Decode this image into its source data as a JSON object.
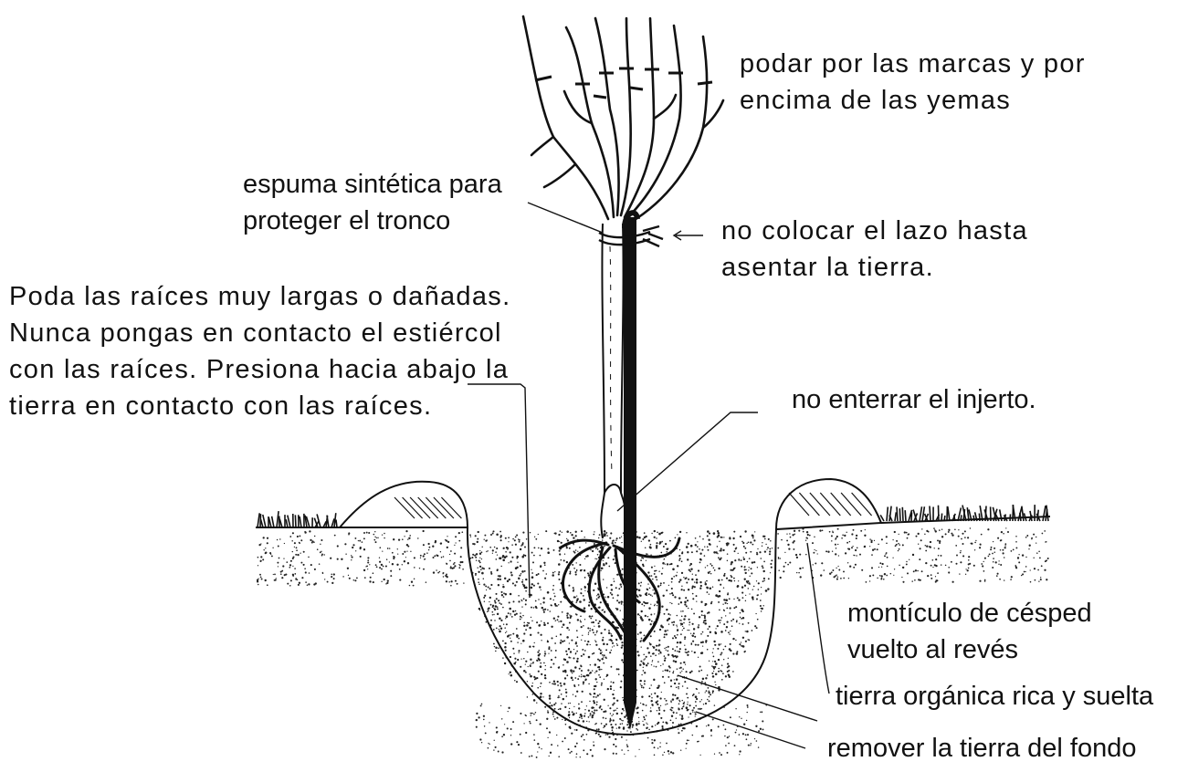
{
  "labels": {
    "prune_marks": [
      "podar por las marcas y por",
      "encima de las yemas"
    ],
    "foam": [
      "espuma sintética para",
      "proteger el tronco"
    ],
    "tie": [
      "no colocar el lazo hasta",
      "asentar la tierra."
    ],
    "roots": [
      "Poda las raíces muy largas o dañadas.",
      "Nunca pongas en contacto el estiércol",
      "con las raíces. Presiona hacia abajo la",
      "tierra en contacto con las raíces."
    ],
    "graft": "no enterrar el injerto.",
    "mound": [
      "montículo de césped",
      "vuelto al revés"
    ],
    "organic_soil": "tierra orgánica rica y suelta",
    "bottom_soil": "remover la tierra del fondo"
  },
  "colors": {
    "ink": "#111111",
    "background": "#ffffff"
  }
}
